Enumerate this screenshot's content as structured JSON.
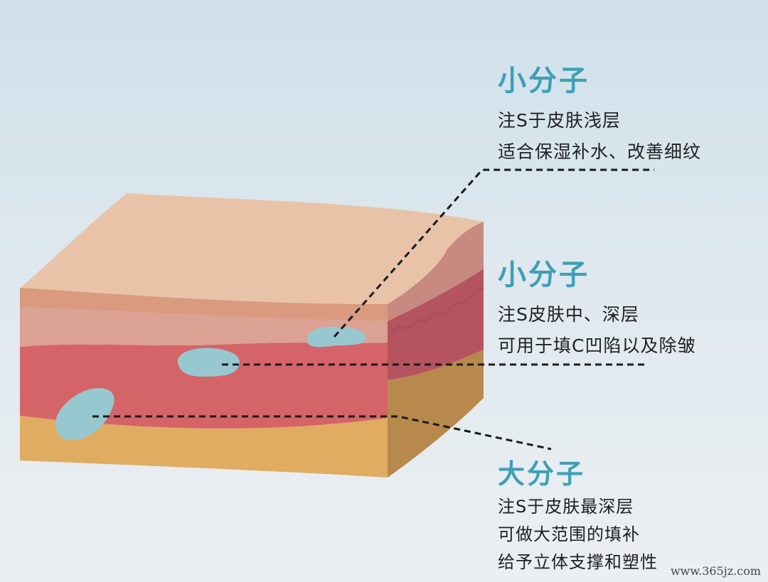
{
  "labels": {
    "small_shallow": {
      "title": "小分子",
      "line1": "注S于皮肤浅层",
      "line2": "适合保湿补水、改善细纹"
    },
    "small_mid": {
      "title": "小分子",
      "line1": "注S皮肤中、深层",
      "line2": "可用于填C凹陷以及除皱"
    },
    "large_deep": {
      "title": "大分子",
      "line1": "注S于皮肤最深层",
      "line2": "可做大范围的填补",
      "line3": "给予立体支撑和塑性"
    }
  },
  "watermark": "www.365jz.com",
  "colors": {
    "title_accent": "#3e9fb6",
    "filler_blob": "#97c8cf",
    "skin_top": "#e8c3a8",
    "epidermis": "#d99a80",
    "dermis_upper": "#dba193",
    "dermis": "#d46468",
    "subcutaneous": "#e0ac62"
  }
}
